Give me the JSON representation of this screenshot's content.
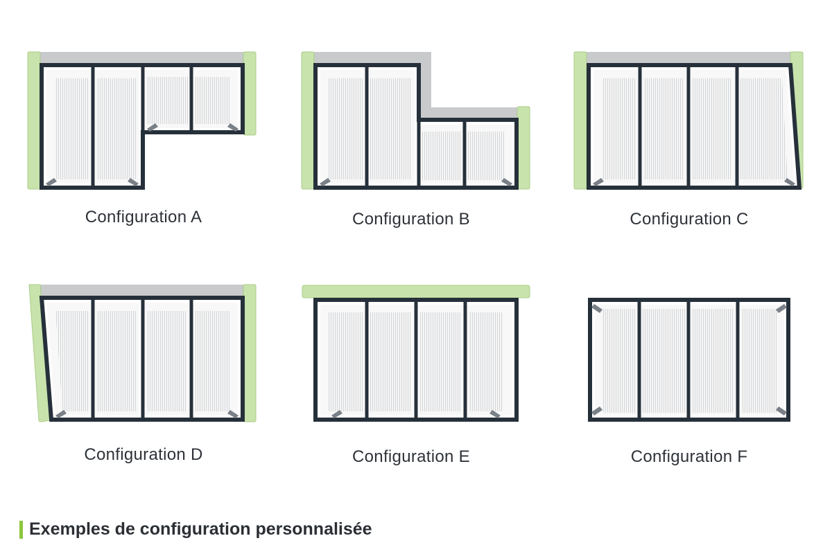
{
  "configurations": [
    {
      "label": "Configuration A"
    },
    {
      "label": "Configuration B"
    },
    {
      "label": "Configuration C"
    },
    {
      "label": "Configuration D"
    },
    {
      "label": "Configuration E"
    },
    {
      "label": "Configuration F"
    }
  ],
  "footer": {
    "title": "Exemples de configuration personnalisée"
  },
  "colors": {
    "frame": "#26303a",
    "wall_gray": "#c8cacc",
    "wall_green": "#c9e3ad",
    "green_edge": "#a9cc86",
    "panel_bg": "#f6f6f6",
    "slat_line": "#d2d4d7",
    "accent_bar": "#8cc63f"
  }
}
